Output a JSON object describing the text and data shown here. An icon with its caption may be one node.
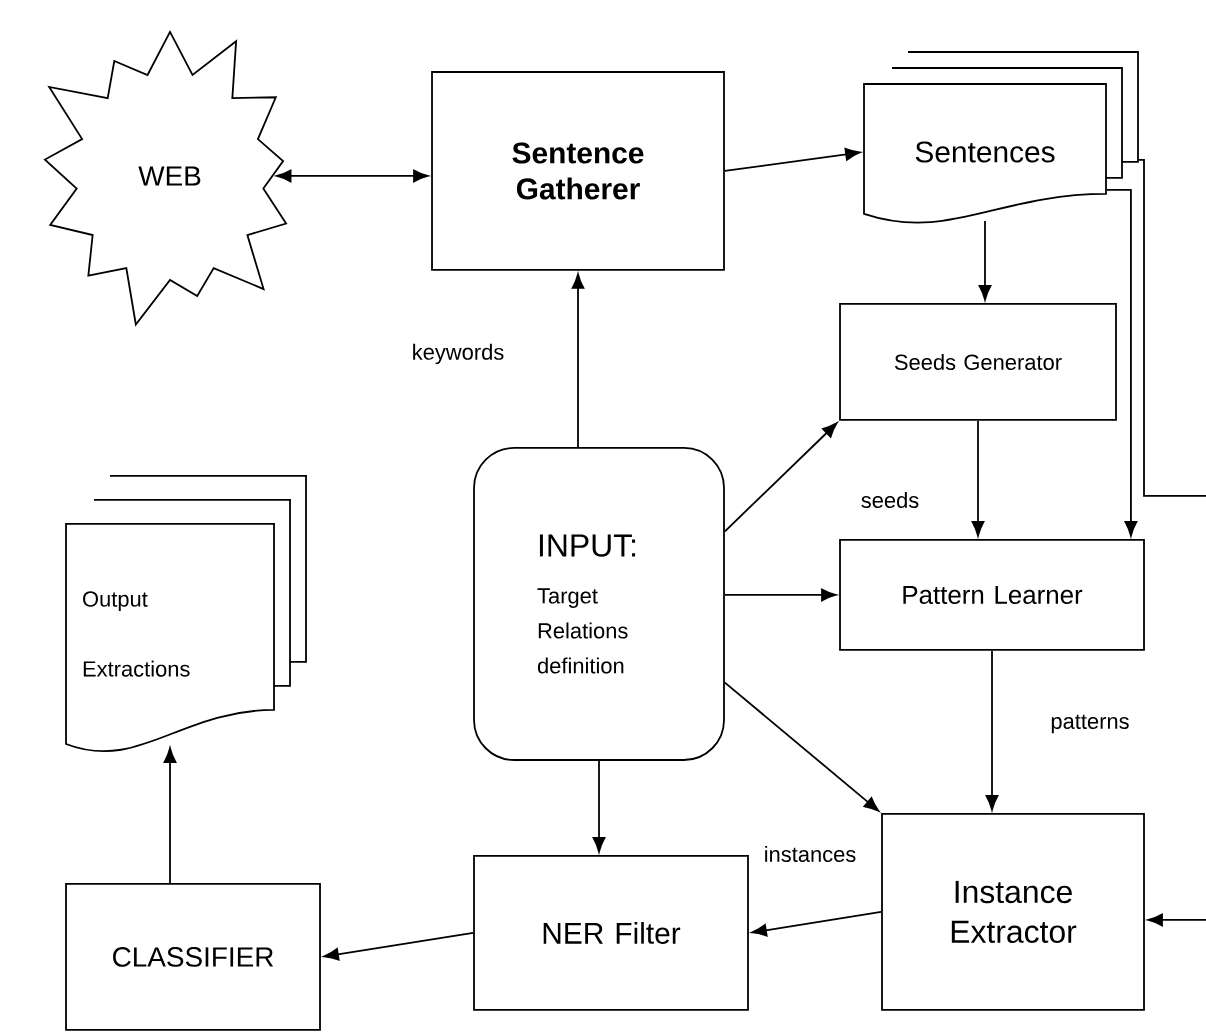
{
  "diagram": {
    "nodes": [
      {
        "text": [
          "WEB"
        ]
      },
      {
        "text": [
          "Sentence Gatherer"
        ]
      },
      {
        "text": [
          "Sentences"
        ]
      },
      {
        "text": [
          "Seeds Generator"
        ]
      },
      {
        "text": [
          "INPUT:",
          "Target Relations definition"
        ]
      },
      {
        "text": [
          "Pattern Learner"
        ]
      },
      {
        "text": [
          "Output",
          "Extractions"
        ]
      },
      {
        "text": [
          "CLASSIFIER"
        ]
      },
      {
        "text": [
          "NER Filter"
        ]
      },
      {
        "text": [
          "Instance Extractor"
        ]
      }
    ],
    "edges": [
      {
        "from": 0,
        "to": 1,
        "arrow": "both"
      },
      {
        "from": 1,
        "to": 2,
        "arrow": "to"
      },
      {
        "from": 2,
        "to": 3,
        "arrow": "to"
      },
      {
        "from": 4,
        "to": 1,
        "arrow": "to",
        "label": "keywords"
      },
      {
        "from": 4,
        "to": 3,
        "arrow": "to"
      },
      {
        "from": 3,
        "to": 5,
        "arrow": "to",
        "label": "seeds"
      },
      {
        "from": 2,
        "to": 5,
        "arrow": "to"
      },
      {
        "from": 2,
        "to": null,
        "arrow": "none"
      },
      {
        "from": 4,
        "to": 5,
        "arrow": "to"
      },
      {
        "from": 5,
        "to": 9,
        "arrow": "to",
        "label": "patterns"
      },
      {
        "from": 4,
        "to": 9,
        "arrow": "to"
      },
      {
        "from": 4,
        "to": 8,
        "arrow": "to"
      },
      {
        "from": 9,
        "to": 8,
        "arrow": "to",
        "label": "instances"
      },
      {
        "from": 8,
        "to": 7,
        "arrow": "to"
      },
      {
        "from": 7,
        "to": 6,
        "arrow": "to"
      },
      {
        "from": null,
        "to": 9,
        "arrow": "to"
      }
    ]
  }
}
